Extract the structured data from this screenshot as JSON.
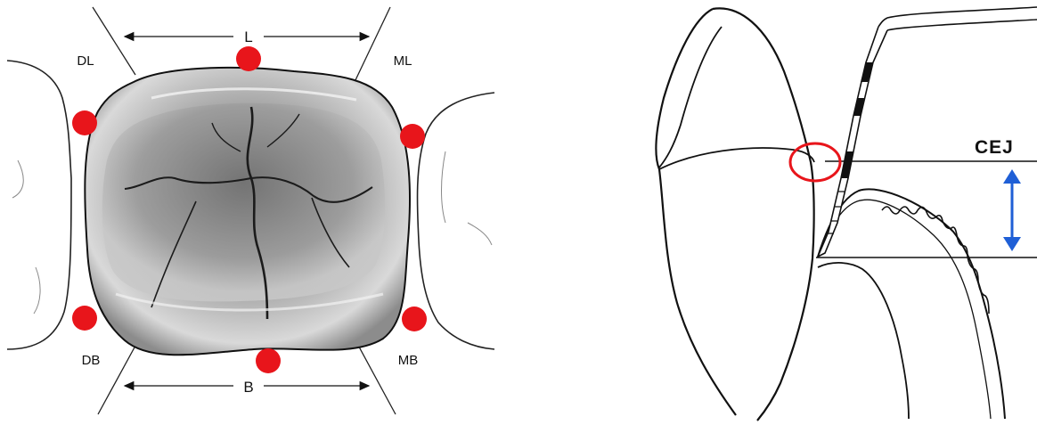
{
  "left_figure": {
    "labels": {
      "lingual": "L",
      "buccal": "B",
      "distolingual": "DL",
      "mesiolingual": "ML",
      "distobuccal": "DB",
      "mesiobuccal": "MB"
    },
    "probing_site_color": "#e8151b",
    "probing_site_count": 6
  },
  "right_figure": {
    "cej_label": "CEJ",
    "marker_color": "#e8151b",
    "arrow_color": "#1f5fd6"
  }
}
